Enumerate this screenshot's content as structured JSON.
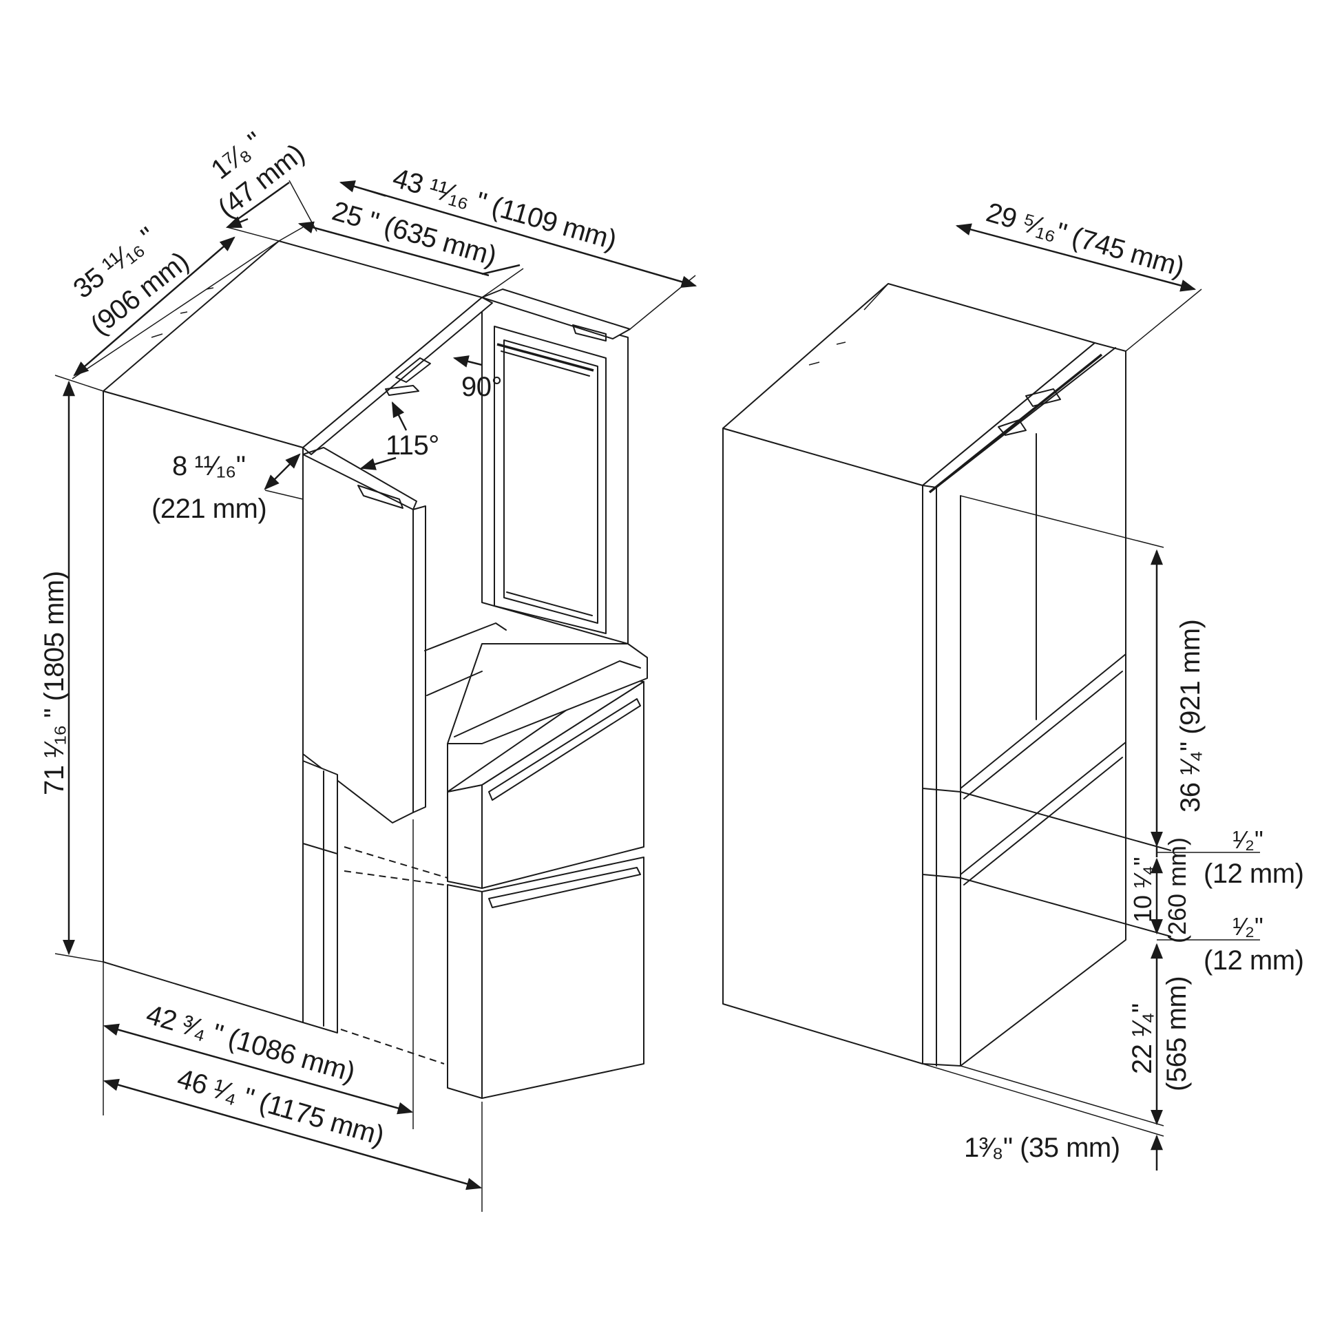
{
  "colors": {
    "ink": "#1a1a1a",
    "background": "#ffffff"
  },
  "left_view": {
    "depth_total": {
      "inch": "35 ¹¹⁄₁₆ \"",
      "mm": "(906 mm)"
    },
    "door_thickness": {
      "inch": "1⁷⁄₈ \"",
      "mm": "(47 mm)"
    },
    "width_doors_open_90": {
      "text": "43 ¹¹⁄₁₆ \" (1109 mm)"
    },
    "cabinet_depth": {
      "text": "25 \" (635 mm)"
    },
    "angle_90": "90°",
    "angle_115": "115°",
    "door_swing": {
      "inch": "8 ¹¹⁄₁₆\"",
      "mm": "(221 mm)"
    },
    "height": {
      "text": "71 ¹⁄₁₆ \" (1805 mm)"
    },
    "depth_door_90": {
      "text": "42 ³⁄₄ \" (1086 mm)"
    },
    "depth_door_115": {
      "text": "46 ¹⁄₄ \" (1175 mm)"
    }
  },
  "right_view": {
    "width": {
      "text": "29 ⁵⁄₁₆\" (745 mm)"
    },
    "upper_section": {
      "text": "36 ¹⁄₄\" (921 mm)"
    },
    "gap_top": {
      "inch": "¹⁄₂\"",
      "mm": "(12 mm)"
    },
    "middle_section": {
      "inch": "10 ¹⁄₄\"",
      "mm": "(260 mm)"
    },
    "gap_bottom": {
      "inch": "¹⁄₂\"",
      "mm": "(12 mm)"
    },
    "lower_section": {
      "inch": "22 ¹⁄₄\"",
      "mm": "(565 mm)"
    },
    "base_clearance": {
      "text": "1³⁄₈\" (35 mm)"
    }
  }
}
